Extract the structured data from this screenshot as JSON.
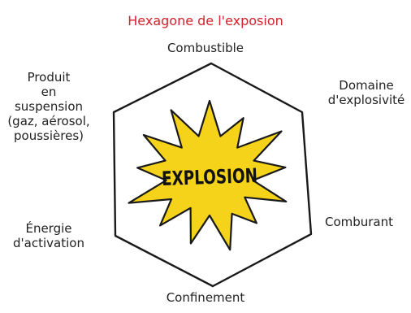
{
  "title": "Hexagone de l'exposion",
  "center_label": "EXPLOSION",
  "vertices": {
    "top": "Combustible",
    "top_right": [
      "Domaine",
      "d'explosivité"
    ],
    "bottom_right": "Comburant",
    "bottom": "Confinement",
    "bottom_left": [
      "Énergie",
      "d'activation"
    ],
    "top_left": [
      "Produit",
      "en",
      "suspension",
      "(gaz, aérosol,",
      "poussières)"
    ]
  },
  "colors": {
    "title": "#d0232b",
    "star_fill": "#f5d31a",
    "outline": "#1a1a1a"
  }
}
